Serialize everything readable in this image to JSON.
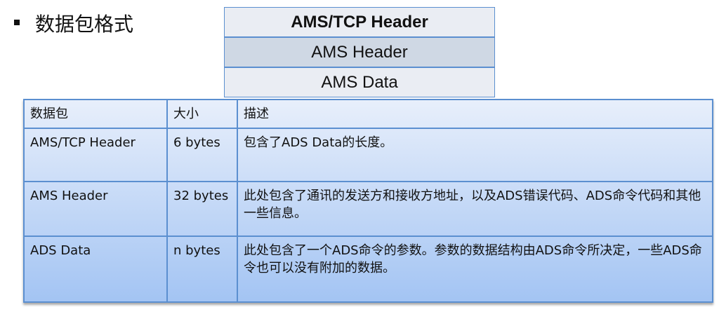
{
  "heading": "数据包格式",
  "stack": [
    "AMS/TCP Header",
    "AMS Header",
    "AMS Data"
  ],
  "table": {
    "headers": [
      "数据包",
      "大小",
      "描述"
    ],
    "rows": [
      [
        "AMS/TCP Header",
        "6 bytes",
        "包含了ADS Data的长度。"
      ],
      [
        "AMS Header",
        "32 bytes",
        "此处包含了通讯的发送方和接收方地址，以及ADS错误代码、ADS命令代码和其他一些信息。"
      ],
      [
        "ADS Data",
        "n bytes",
        "此处包含了一个ADS命令的参数。参数的数据结构由ADS命令所决定，一些ADS命令也可以没有附加的数据。"
      ]
    ]
  }
}
